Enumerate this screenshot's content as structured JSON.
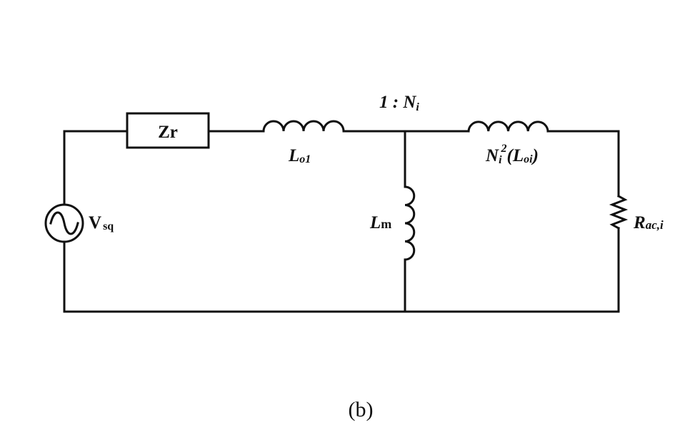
{
  "labels": {
    "impedance": "Zr",
    "source_main": "V",
    "source_sub": "sq",
    "ratio_prefix": "1 : N",
    "ratio_sub": "i",
    "lo1_main": "L",
    "lo1_sub": "o1",
    "lm_main": "L",
    "lm_sub": "m",
    "sec_n": "N",
    "sec_n_sub": "i",
    "sec_exp": "2",
    "sec_open": "(L",
    "sec_sub": "oi",
    "sec_close": ")",
    "rac_main": "R",
    "rac_sub": "ac,i"
  },
  "caption": "(b)"
}
